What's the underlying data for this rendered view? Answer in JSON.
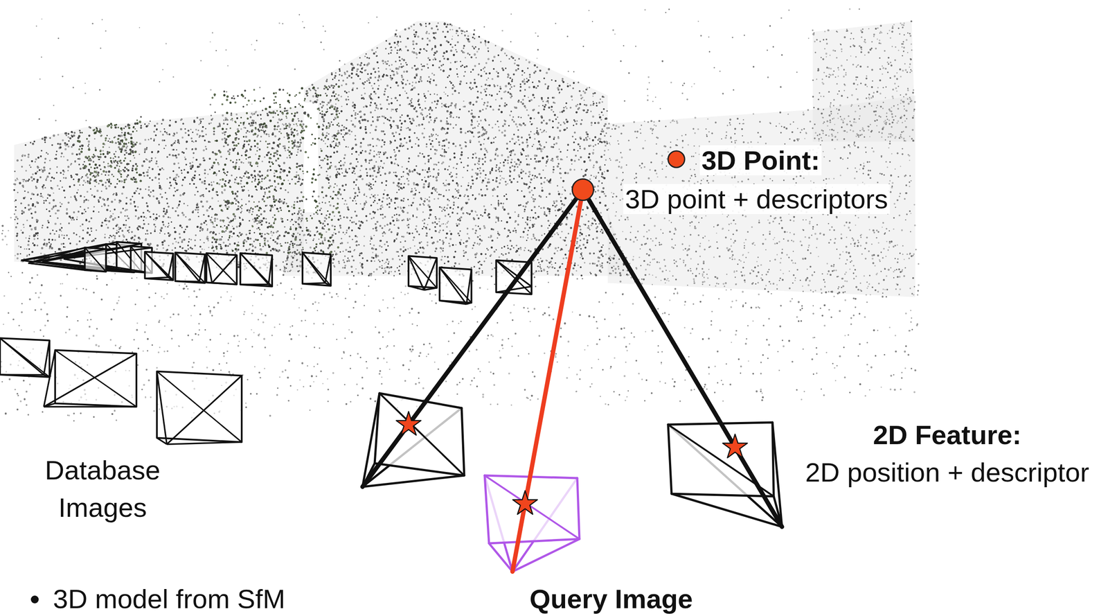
{
  "diagram": {
    "nodes": [
      {
        "text": [
          "3D Point:",
          "3D point + descriptors"
        ]
      },
      {
        "text": []
      },
      {
        "text": [
          "Query Image"
        ]
      },
      {
        "text": [
          "2D Feature:",
          "2D position + descriptor"
        ]
      }
    ],
    "edges": [
      {
        "from": 0,
        "to": 1,
        "arrow": "none"
      },
      {
        "from": 0,
        "to": 2,
        "arrow": "none"
      },
      {
        "from": 0,
        "to": 3,
        "arrow": "none"
      }
    ],
    "labels": [
      "Database Images",
      "3D model from SfM"
    ]
  }
}
